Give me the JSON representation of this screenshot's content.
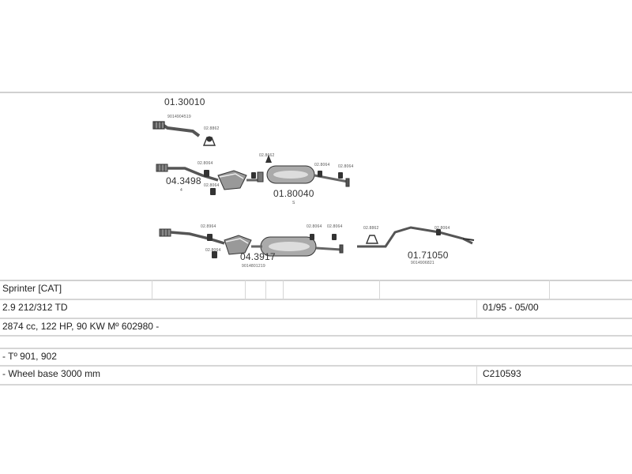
{
  "diagram": {
    "parts": {
      "p1": "01.30010",
      "p1_sub": "9014904519",
      "p1_clip": "02.8862",
      "p2": "04.3498",
      "p2_sub": "4",
      "p2_clip_a": "02.8064",
      "p2_clip_b": "02.8064",
      "p2_clip_c": "02.8662",
      "p3": "01.80040",
      "p3_sub": "S",
      "p3_clip_a": "02.8064",
      "p3_clip_b": "02.8064",
      "p4_clip_a": "02.8964",
      "p4_clip_b": "02.8064",
      "p4": "04.3917",
      "p4_sub": "9014801219",
      "p4_clip_c": "02.8064",
      "p4_clip_d": "02.8064",
      "p5_clip_a": "02.8862",
      "p5_clip_b": "02.8064",
      "p5": "01.71050",
      "p5_sub": "9014906821"
    }
  },
  "table": {
    "row1": {
      "model": "Sprinter  [CAT]"
    },
    "row2": {
      "engine": "2.9 212/312 TD",
      "dates": "01/95 - 05/00"
    },
    "row3": {
      "spec": "2874 cc, 122 HP, 90 KW Mº 602980 -"
    },
    "row4": {
      "type": "- Tº 901, 902"
    },
    "row5": {
      "wheelbase": "- Wheel base 3000 mm",
      "code": "C210593"
    }
  }
}
